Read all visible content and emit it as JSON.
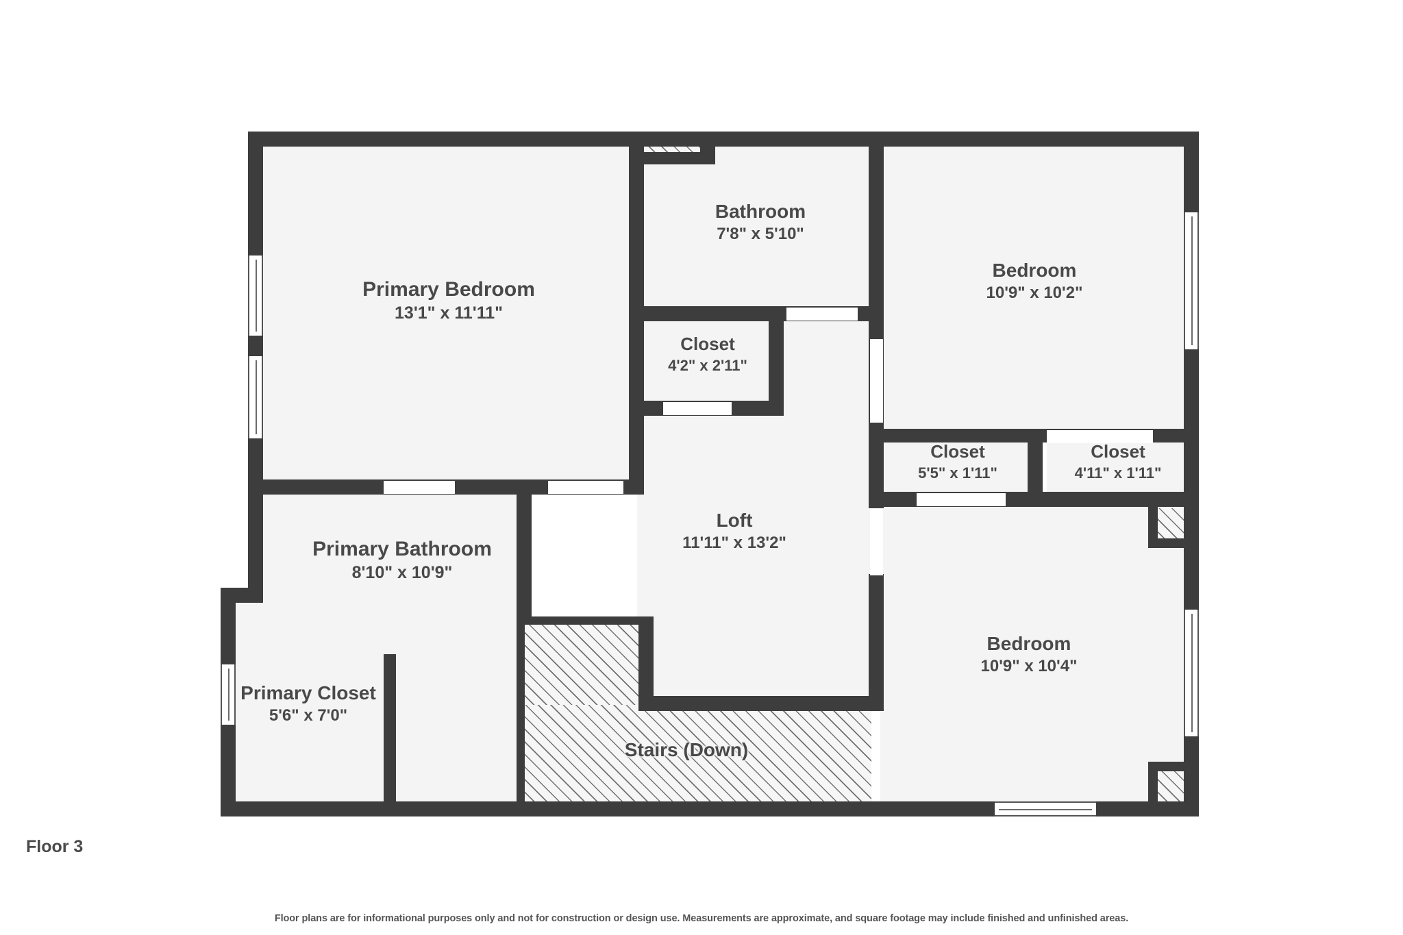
{
  "document": {
    "type": "floor-plan",
    "floor_caption": "Floor 3",
    "disclaimer": "Floor plans are for informational purposes only and not for construction or design use. Measurements are approximate, and square footage may include finished and unfinished areas.",
    "colors": {
      "wall": "#3d3d3d",
      "room_fill": "#f4f4f4",
      "text": "#494949",
      "background": "#ffffff",
      "hatch_line": "#5a5a5a"
    }
  },
  "rooms": [
    {
      "id": "primary-bedroom",
      "name": "Primary Bedroom",
      "dimensions": "13'1\" x 11'11\""
    },
    {
      "id": "bathroom",
      "name": "Bathroom",
      "dimensions": "7'8\" x 5'10\""
    },
    {
      "id": "bedroom-top",
      "name": "Bedroom",
      "dimensions": "10'9\" x 10'2\""
    },
    {
      "id": "closet-bathroom",
      "name": "Closet",
      "dimensions": "4'2\" x 2'11\""
    },
    {
      "id": "closet-left",
      "name": "Closet",
      "dimensions": "5'5\" x 1'11\""
    },
    {
      "id": "closet-right",
      "name": "Closet",
      "dimensions": "4'11\" x 1'11\""
    },
    {
      "id": "loft",
      "name": "Loft",
      "dimensions": "11'11\" x 13'2\""
    },
    {
      "id": "primary-bathroom",
      "name": "Primary Bathroom",
      "dimensions": "8'10\" x 10'9\""
    },
    {
      "id": "primary-closet",
      "name": "Primary Closet",
      "dimensions": "5'6\" x 7'0\""
    },
    {
      "id": "bedroom-bottom",
      "name": "Bedroom",
      "dimensions": "10'9\" x 10'4\""
    },
    {
      "id": "stairs",
      "name": "Stairs (Down)",
      "dimensions": ""
    }
  ]
}
